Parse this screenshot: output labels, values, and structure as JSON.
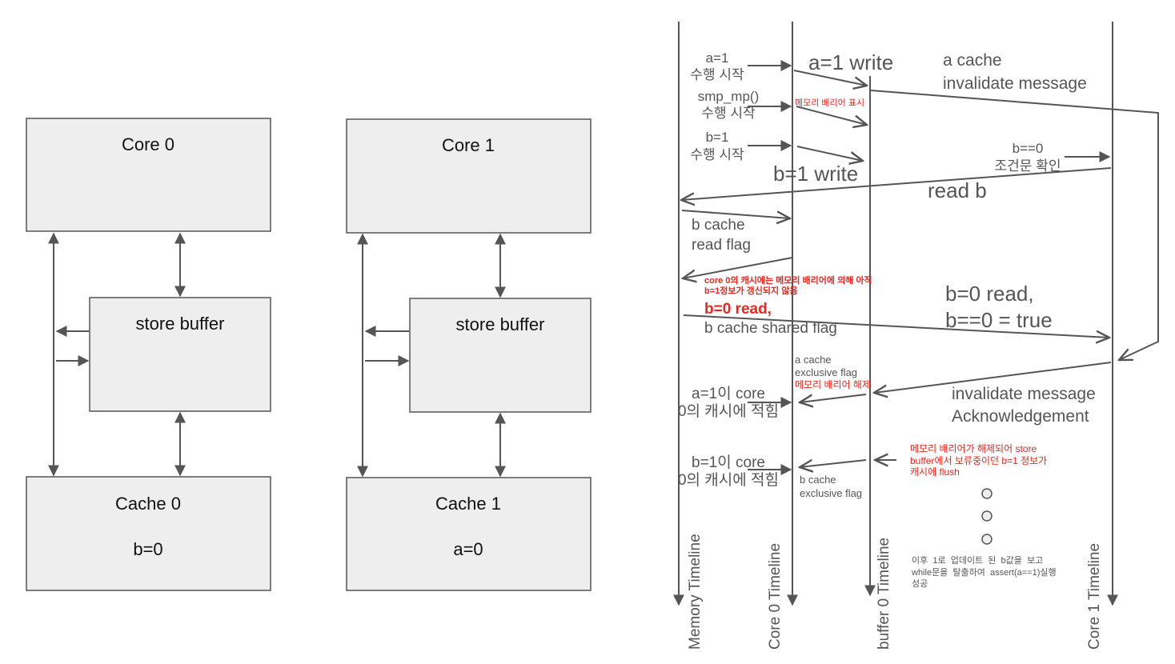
{
  "left": {
    "core0": "Core 0",
    "buffer0": "store buffer",
    "cache0": "Cache 0",
    "cache0_value": "b=0",
    "core1": "Core 1",
    "buffer1": "store buffer",
    "cache1": "Cache 1",
    "cache1_value": "a=0"
  },
  "timeline": {
    "lanes": [
      "Memory Timeline",
      "Core 0 Timeline",
      "buffer 0 Timeline",
      "Core 1 Timeline"
    ],
    "labels": {
      "a1_l1": "a=1",
      "a1_l2": "수행 시작",
      "smp_l1": "smp_mp()",
      "smp_l2": "수행 시작",
      "b1_l1": "b=1",
      "b1_l2": "수행 시작",
      "a1_write": "a=1 write",
      "barrier_mark": "메모리 배리어 표시",
      "b1_write": "b=1 write",
      "inval_l1": "a cache",
      "inval_l2": "invalidate message",
      "cond_l1": "b==0",
      "cond_l2": "조건문 확인",
      "read_b": "read b",
      "bflag_l1": "b cache",
      "bflag_l2": "read flag",
      "note1_l1": "core 0의 캐시에는 메모리 배리어에 의해 아직",
      "note1_l2": "b=1정보가 갱신되지 않음",
      "b0read": "b=0 read,",
      "shared": "b cache shared flag",
      "b0read_r1": "b=0 read,",
      "b0read_r2": "b==0 = true",
      "excl_l1": "a cache",
      "excl_l2": "exclusive flag",
      "excl_l3": "메모리 배리어 해제",
      "ack_l1": "invalidate message",
      "ack_l2": "Acknowledgement",
      "a_applied_l1": "a=1이 core",
      "a_applied_l2": "0의 캐시에 적힘",
      "flush_l1": "메모리 배리어가 해제되어 store",
      "flush_l2": "buffer에서 보류중이던 b=1 정보가",
      "flush_l3": "캐시에 flush",
      "b_applied_l1": "b=1이 core",
      "b_applied_l2": "0의 캐시에 적힘",
      "bexcl_l1": "b cache",
      "bexcl_l2": "exclusive flag",
      "final_l1": "이후  1로  업데이트  된  b값을  보고",
      "final_l2": "while문을  탈출하여  assert(a==1)실행",
      "final_l3": "성공"
    }
  },
  "colors": {
    "line": "#555555",
    "box": "#eeeeee",
    "accent": "#e8281e"
  }
}
